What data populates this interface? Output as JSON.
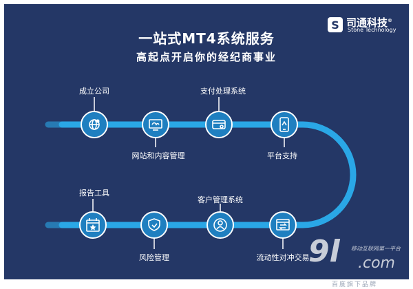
{
  "header": {
    "title": "一站式MT4系统服务",
    "subtitle": "高起点开启你的经纪商事业"
  },
  "brand": {
    "name": "司通科技",
    "registered": "®",
    "english": "Stone Technology",
    "logo_letter": "S"
  },
  "steps": [
    {
      "label": "成立公司",
      "icon": "globe-pin-icon"
    },
    {
      "label": "网站和内容管理",
      "icon": "monitor-icon"
    },
    {
      "label": "支付处理系统",
      "icon": "payment-card-icon"
    },
    {
      "label": "平台支持",
      "icon": "mobile-phone-icon"
    },
    {
      "label": "流动性对冲交易",
      "icon": "exchange-window-icon"
    },
    {
      "label": "客户管理系统",
      "icon": "user-icon"
    },
    {
      "label": "风险管理",
      "icon": "shield-icon"
    },
    {
      "label": "报告工具",
      "icon": "calendar-star-icon"
    }
  ],
  "watermark": {
    "number": "9l",
    "domain": ".com",
    "slogan": "移动互联网第一平台",
    "footer": "百度旗下品牌"
  },
  "colors": {
    "background": "#243766",
    "path": "#2aa7e6",
    "node": "#1f7fc0",
    "node_ring": "#ffffff"
  }
}
